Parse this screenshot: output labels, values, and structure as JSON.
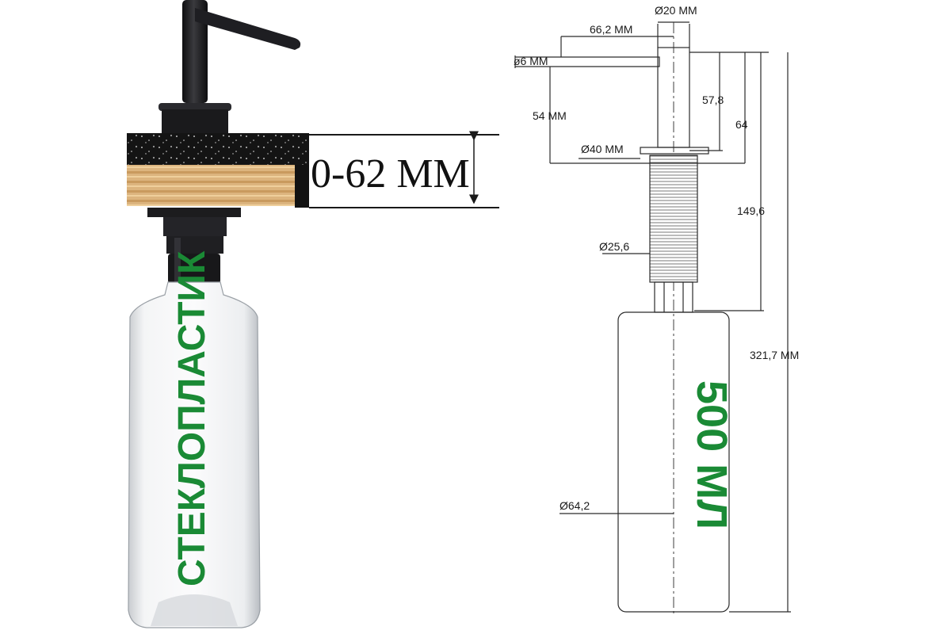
{
  "photo": {
    "countertop_label": "0-62 ММ",
    "bottle_label": "СТЕКЛОПЛАСТИК"
  },
  "drawing": {
    "top_diameter": "Ø20 ММ",
    "spout_length": "66,2 ММ",
    "spout_diameter": "ø6 ММ",
    "spout_height": "54 ММ",
    "height_57": "57,8",
    "height_64": "64",
    "flange_diameter": "Ø40 ММ",
    "thread_length": "149,6",
    "thread_diameter": "Ø25,6",
    "total_height": "321,7 ММ",
    "bottle_diameter": "Ø64,2",
    "volume_label": "500 МЛ"
  },
  "colors": {
    "label_green": "#1a8a35",
    "pump_black": "#1c1c1e",
    "plywood": "#d8b07a",
    "granite": "#151515"
  }
}
